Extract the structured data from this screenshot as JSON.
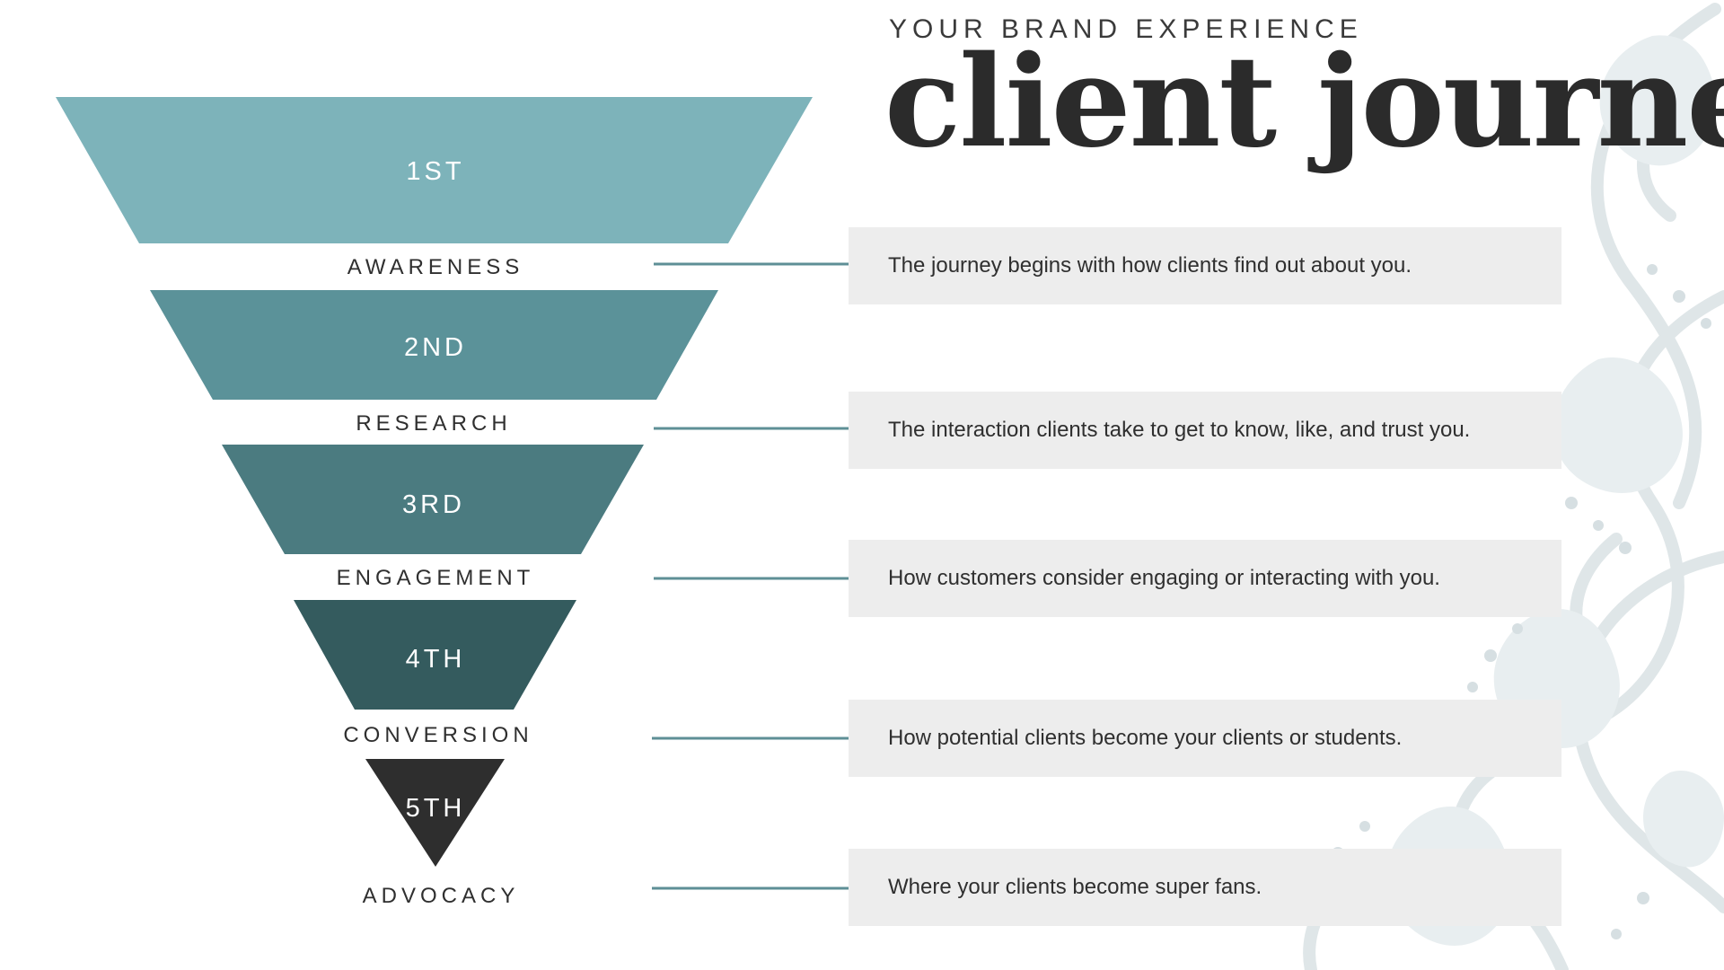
{
  "header": {
    "kicker": "YOUR BRAND EXPERIENCE",
    "title": "client journey"
  },
  "funnel": {
    "tiers": [
      {
        "label": "1ST",
        "color": "#7db3ba"
      },
      {
        "label": "2ND",
        "color": "#5b9299"
      },
      {
        "label": "3RD",
        "color": "#4b7b80"
      },
      {
        "label": "4TH",
        "color": "#345b5e"
      },
      {
        "label": "5TH",
        "color": "#2e2e2e"
      }
    ],
    "stages": [
      {
        "name": "AWARENESS",
        "description": "The journey begins with how clients find out about you."
      },
      {
        "name": "RESEARCH",
        "description": "The interaction clients take to get to know, like, and trust you."
      },
      {
        "name": "ENGAGEMENT",
        "description": "How customers consider engaging or interacting with you."
      },
      {
        "name": "CONVERSION",
        "description": "How potential clients become your clients or students."
      },
      {
        "name": "ADVOCACY",
        "description": "Where your clients become super fans."
      }
    ]
  },
  "colors": {
    "connector": "#5e8f96",
    "description_box": "#ededed",
    "ornament": "#dfe6e8"
  },
  "icons": {
    "background_ornament": "paisley-ornament-icon"
  }
}
